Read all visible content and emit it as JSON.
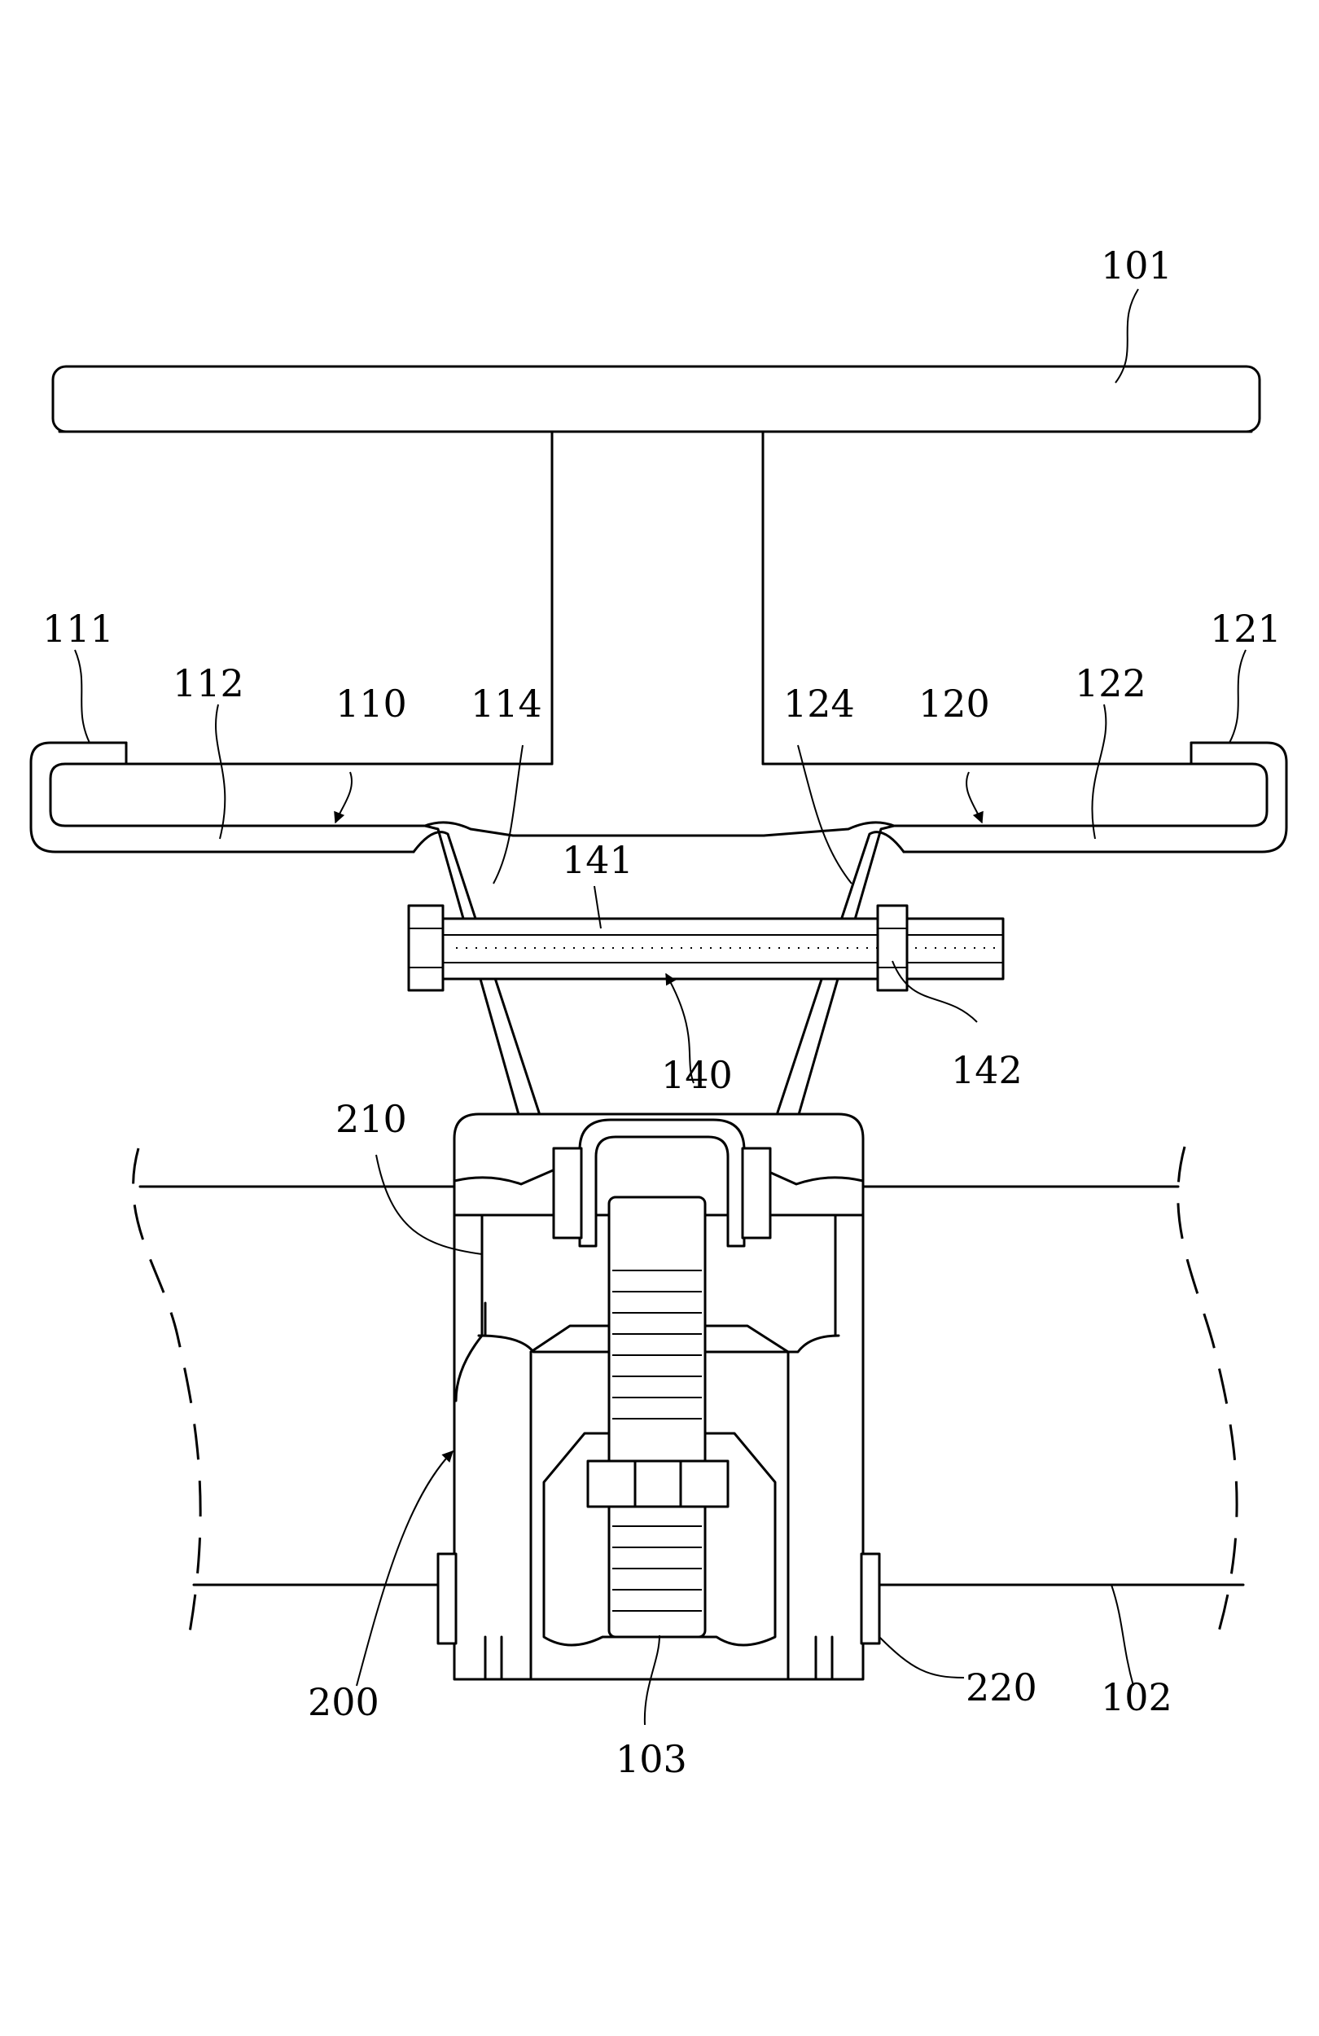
{
  "figure": {
    "labels": {
      "l101": "101",
      "l111": "111",
      "l112": "112",
      "l110": "110",
      "l114": "114",
      "l124": "124",
      "l120": "120",
      "l122": "122",
      "l121": "121",
      "l141": "141",
      "l140": "140",
      "l142": "142",
      "l210": "210",
      "l200": "200",
      "l103": "103",
      "l220": "220",
      "l102": "102"
    }
  }
}
